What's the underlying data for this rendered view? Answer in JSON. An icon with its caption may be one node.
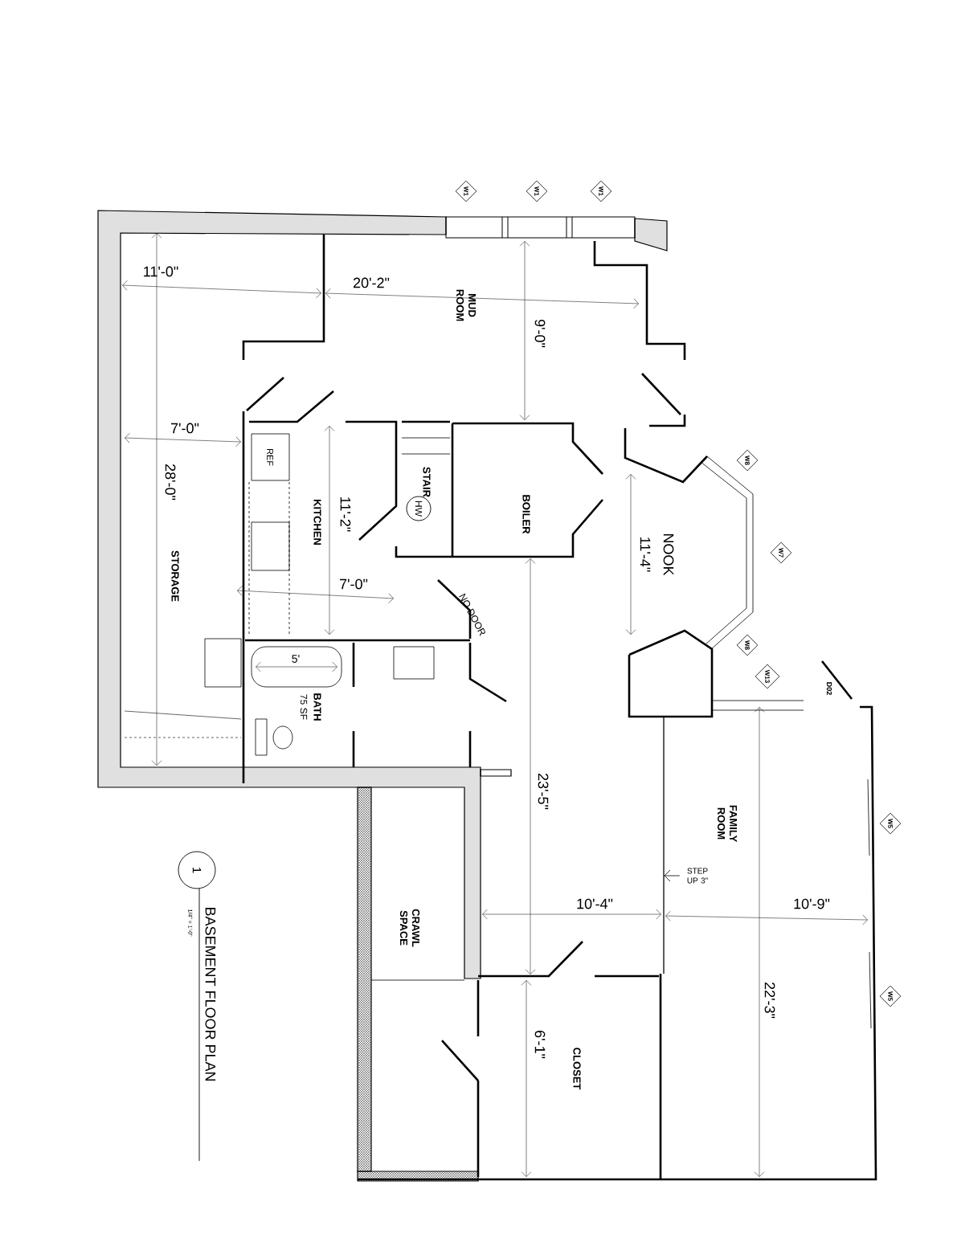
{
  "diagram": {
    "title": "BASEMENT FLOOR PLAN",
    "caption": "1/4\" = 1'-0\"",
    "nodes": [
      {
        "text": [
          "W1"
        ]
      },
      {
        "text": [
          "W1"
        ]
      },
      {
        "text": [
          "W1"
        ]
      },
      {
        "text": [
          "W8"
        ]
      },
      {
        "text": [
          "W7"
        ]
      },
      {
        "text": [
          "W8"
        ]
      },
      {
        "text": [
          "W13"
        ]
      },
      {
        "text": [
          "W5"
        ]
      },
      {
        "text": [
          "W5"
        ]
      },
      {
        "text": [
          "1"
        ]
      },
      {
        "text": [
          "HW"
        ]
      },
      {
        "text": [
          "STEP UP 3\""
        ]
      },
      {
        "text": [],
        "shape": "line"
      }
    ],
    "edges": [
      {
        "from": 11,
        "to": 12,
        "arrow": "to"
      }
    ],
    "labels": [
      "MUD ROOM",
      "11'-0\"",
      "20'-2\"",
      "9'-0\"",
      "7'-0\"",
      "REF",
      "STAIR",
      "BOILER",
      "KITCHEN",
      "11'-2\"",
      "28'-0\"",
      "STORAGE",
      "NOOK",
      "11'-4\"",
      "7'-0\"",
      "NO DOOR",
      "5'",
      "BATH",
      "75 SF",
      "D02",
      "23'-5\"",
      "FAMILY ROOM",
      "CRAWL SPACE",
      "10'-4\"",
      "10'-9\"",
      "22'-3\"",
      "6'-1\"",
      "CLOSET"
    ]
  }
}
